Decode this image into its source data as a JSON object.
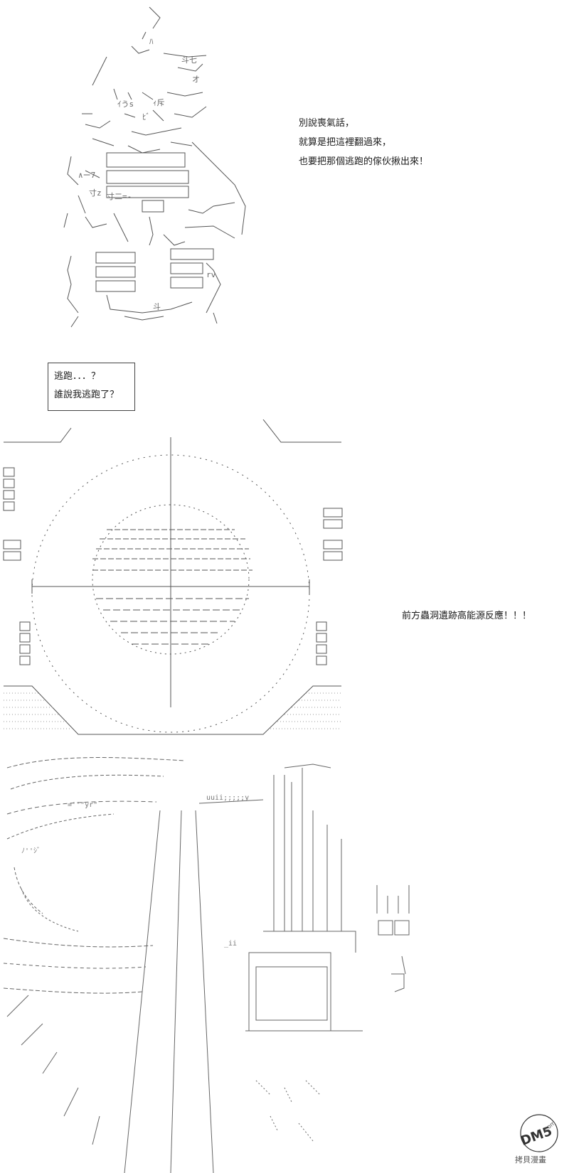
{
  "panel1": {
    "speech_lines": [
      "別說喪氣話，",
      "就算是把這裡翻過來，",
      "也要把那個逃跑的傢伙揪出來！"
    ]
  },
  "panel2": {
    "box_lines": [
      "逃跑．．．？",
      "誰說我逃跑了？"
    ]
  },
  "panel3": {
    "alert_text": "前方蟲洞遺跡高能源反應！！！"
  },
  "watermark": {
    "logo_text": "DM5",
    "logo_suffix": ".com",
    "caption": "拷貝漫畫"
  }
}
